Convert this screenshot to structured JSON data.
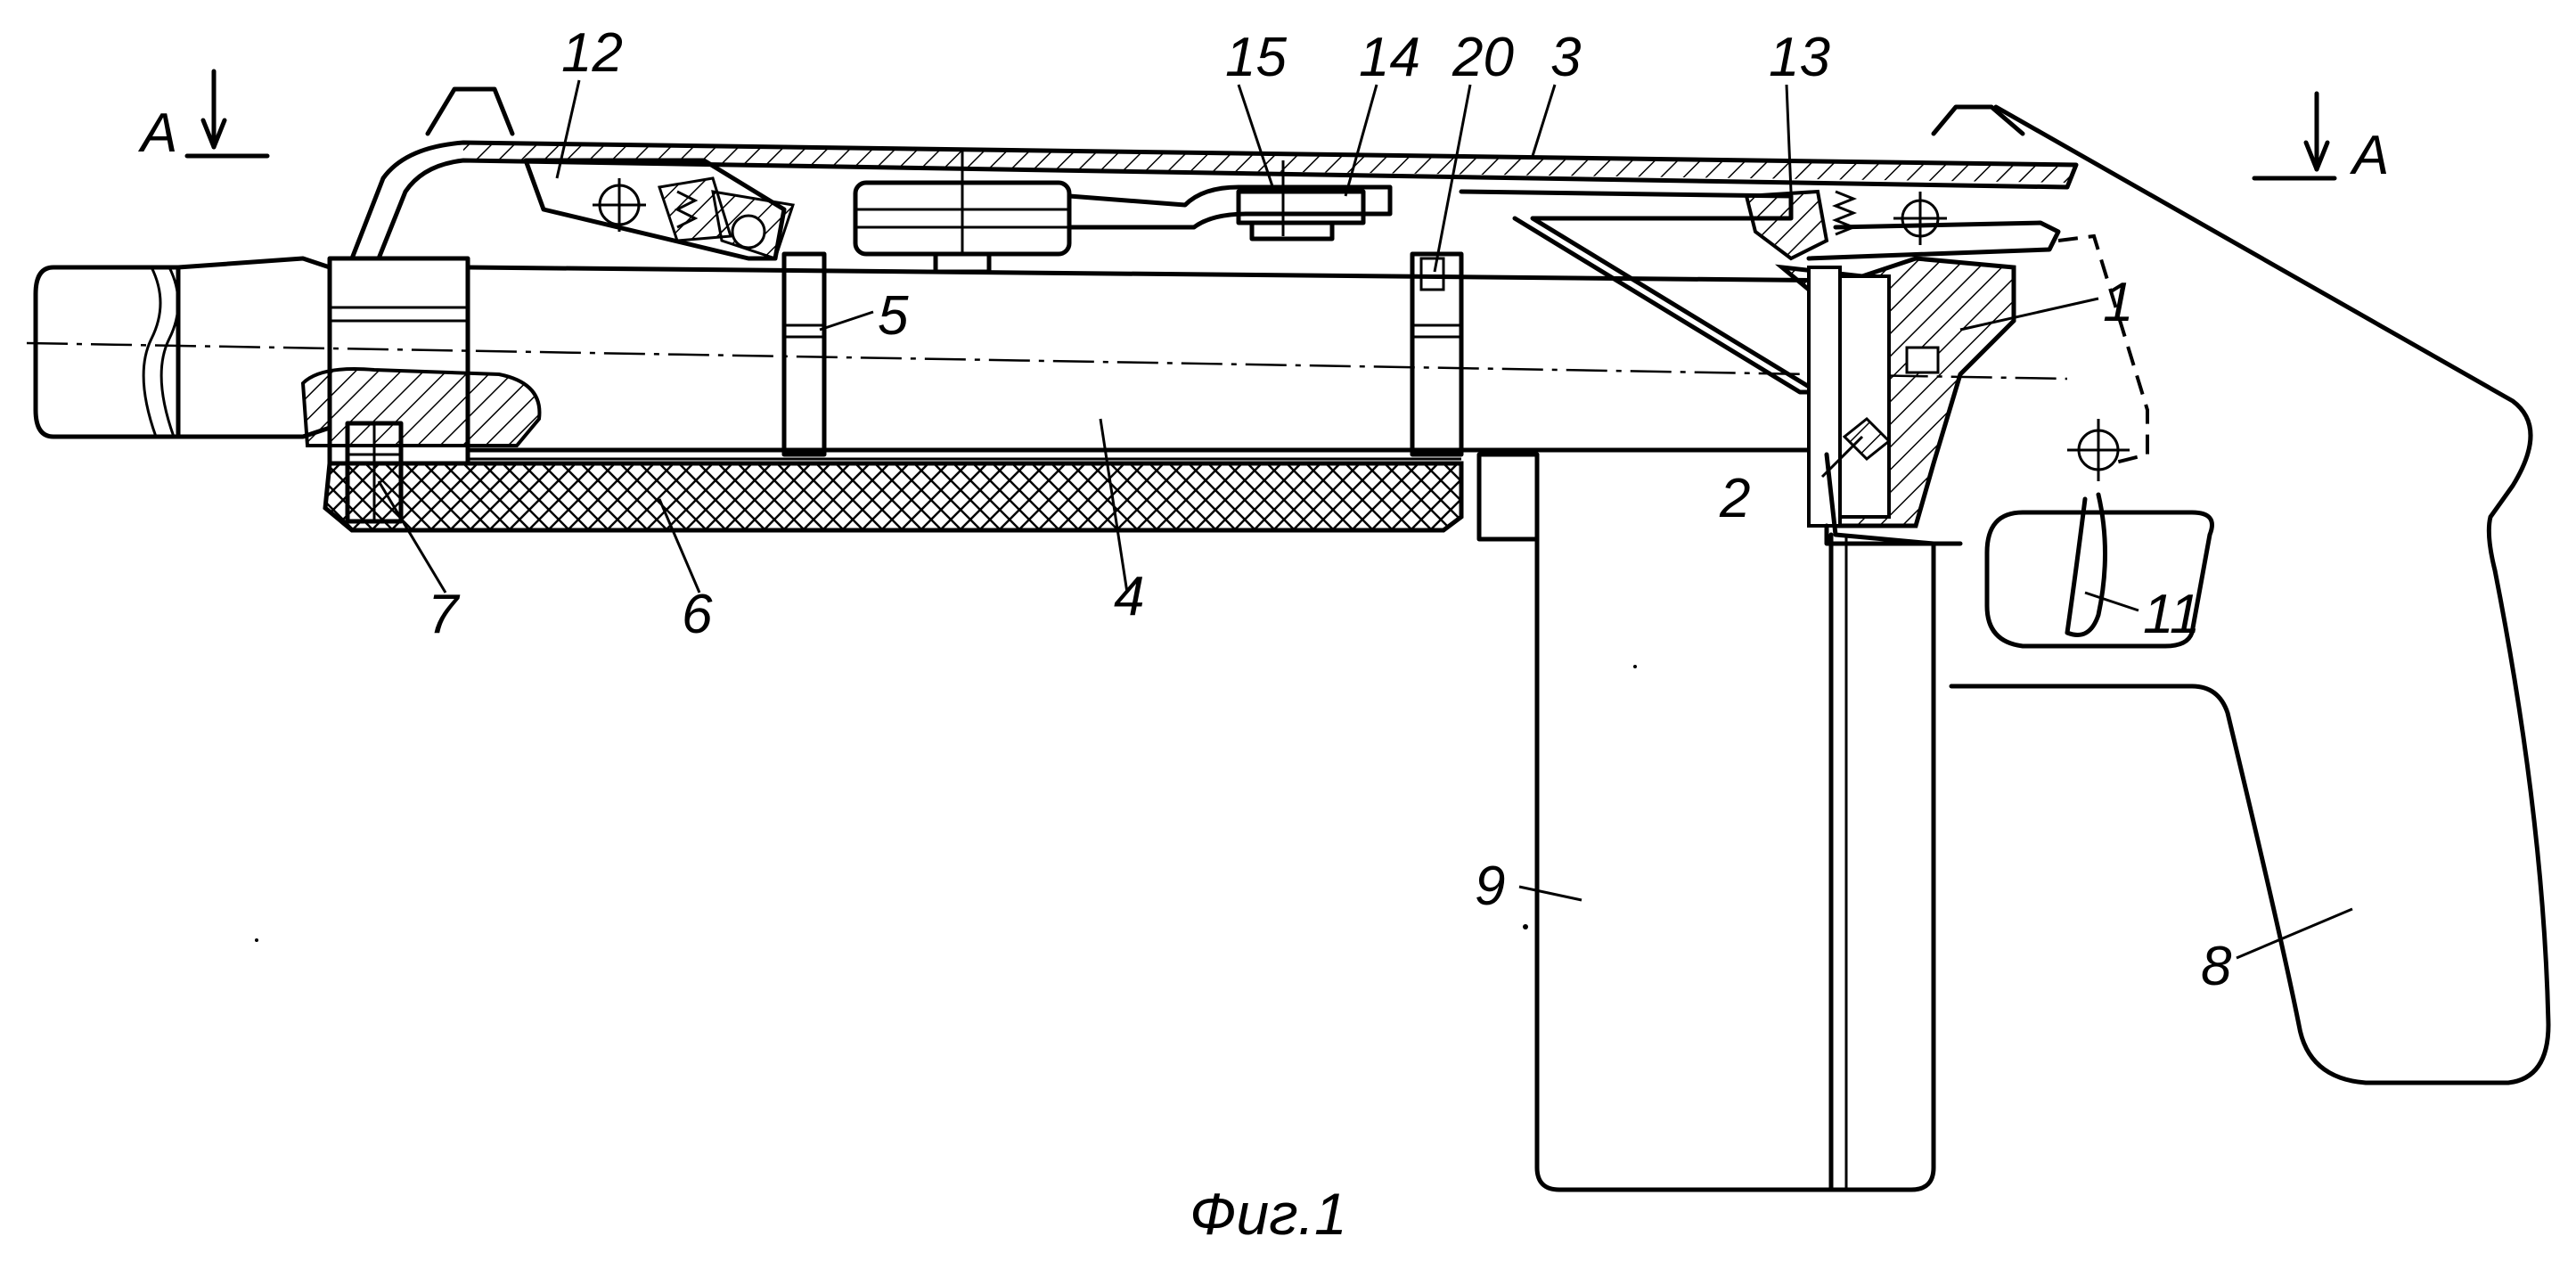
{
  "figure": {
    "caption": "Фиг.1",
    "section_marker": "A",
    "part_numbers": {
      "p1": "1",
      "p2": "2",
      "p3": "3",
      "p4": "4",
      "p5": "5",
      "p6": "6",
      "p7": "7",
      "p8": "8",
      "p9": "9",
      "p11": "11",
      "p12": "12",
      "p13": "13",
      "p14": "14",
      "p15": "15",
      "p20": "20"
    }
  }
}
